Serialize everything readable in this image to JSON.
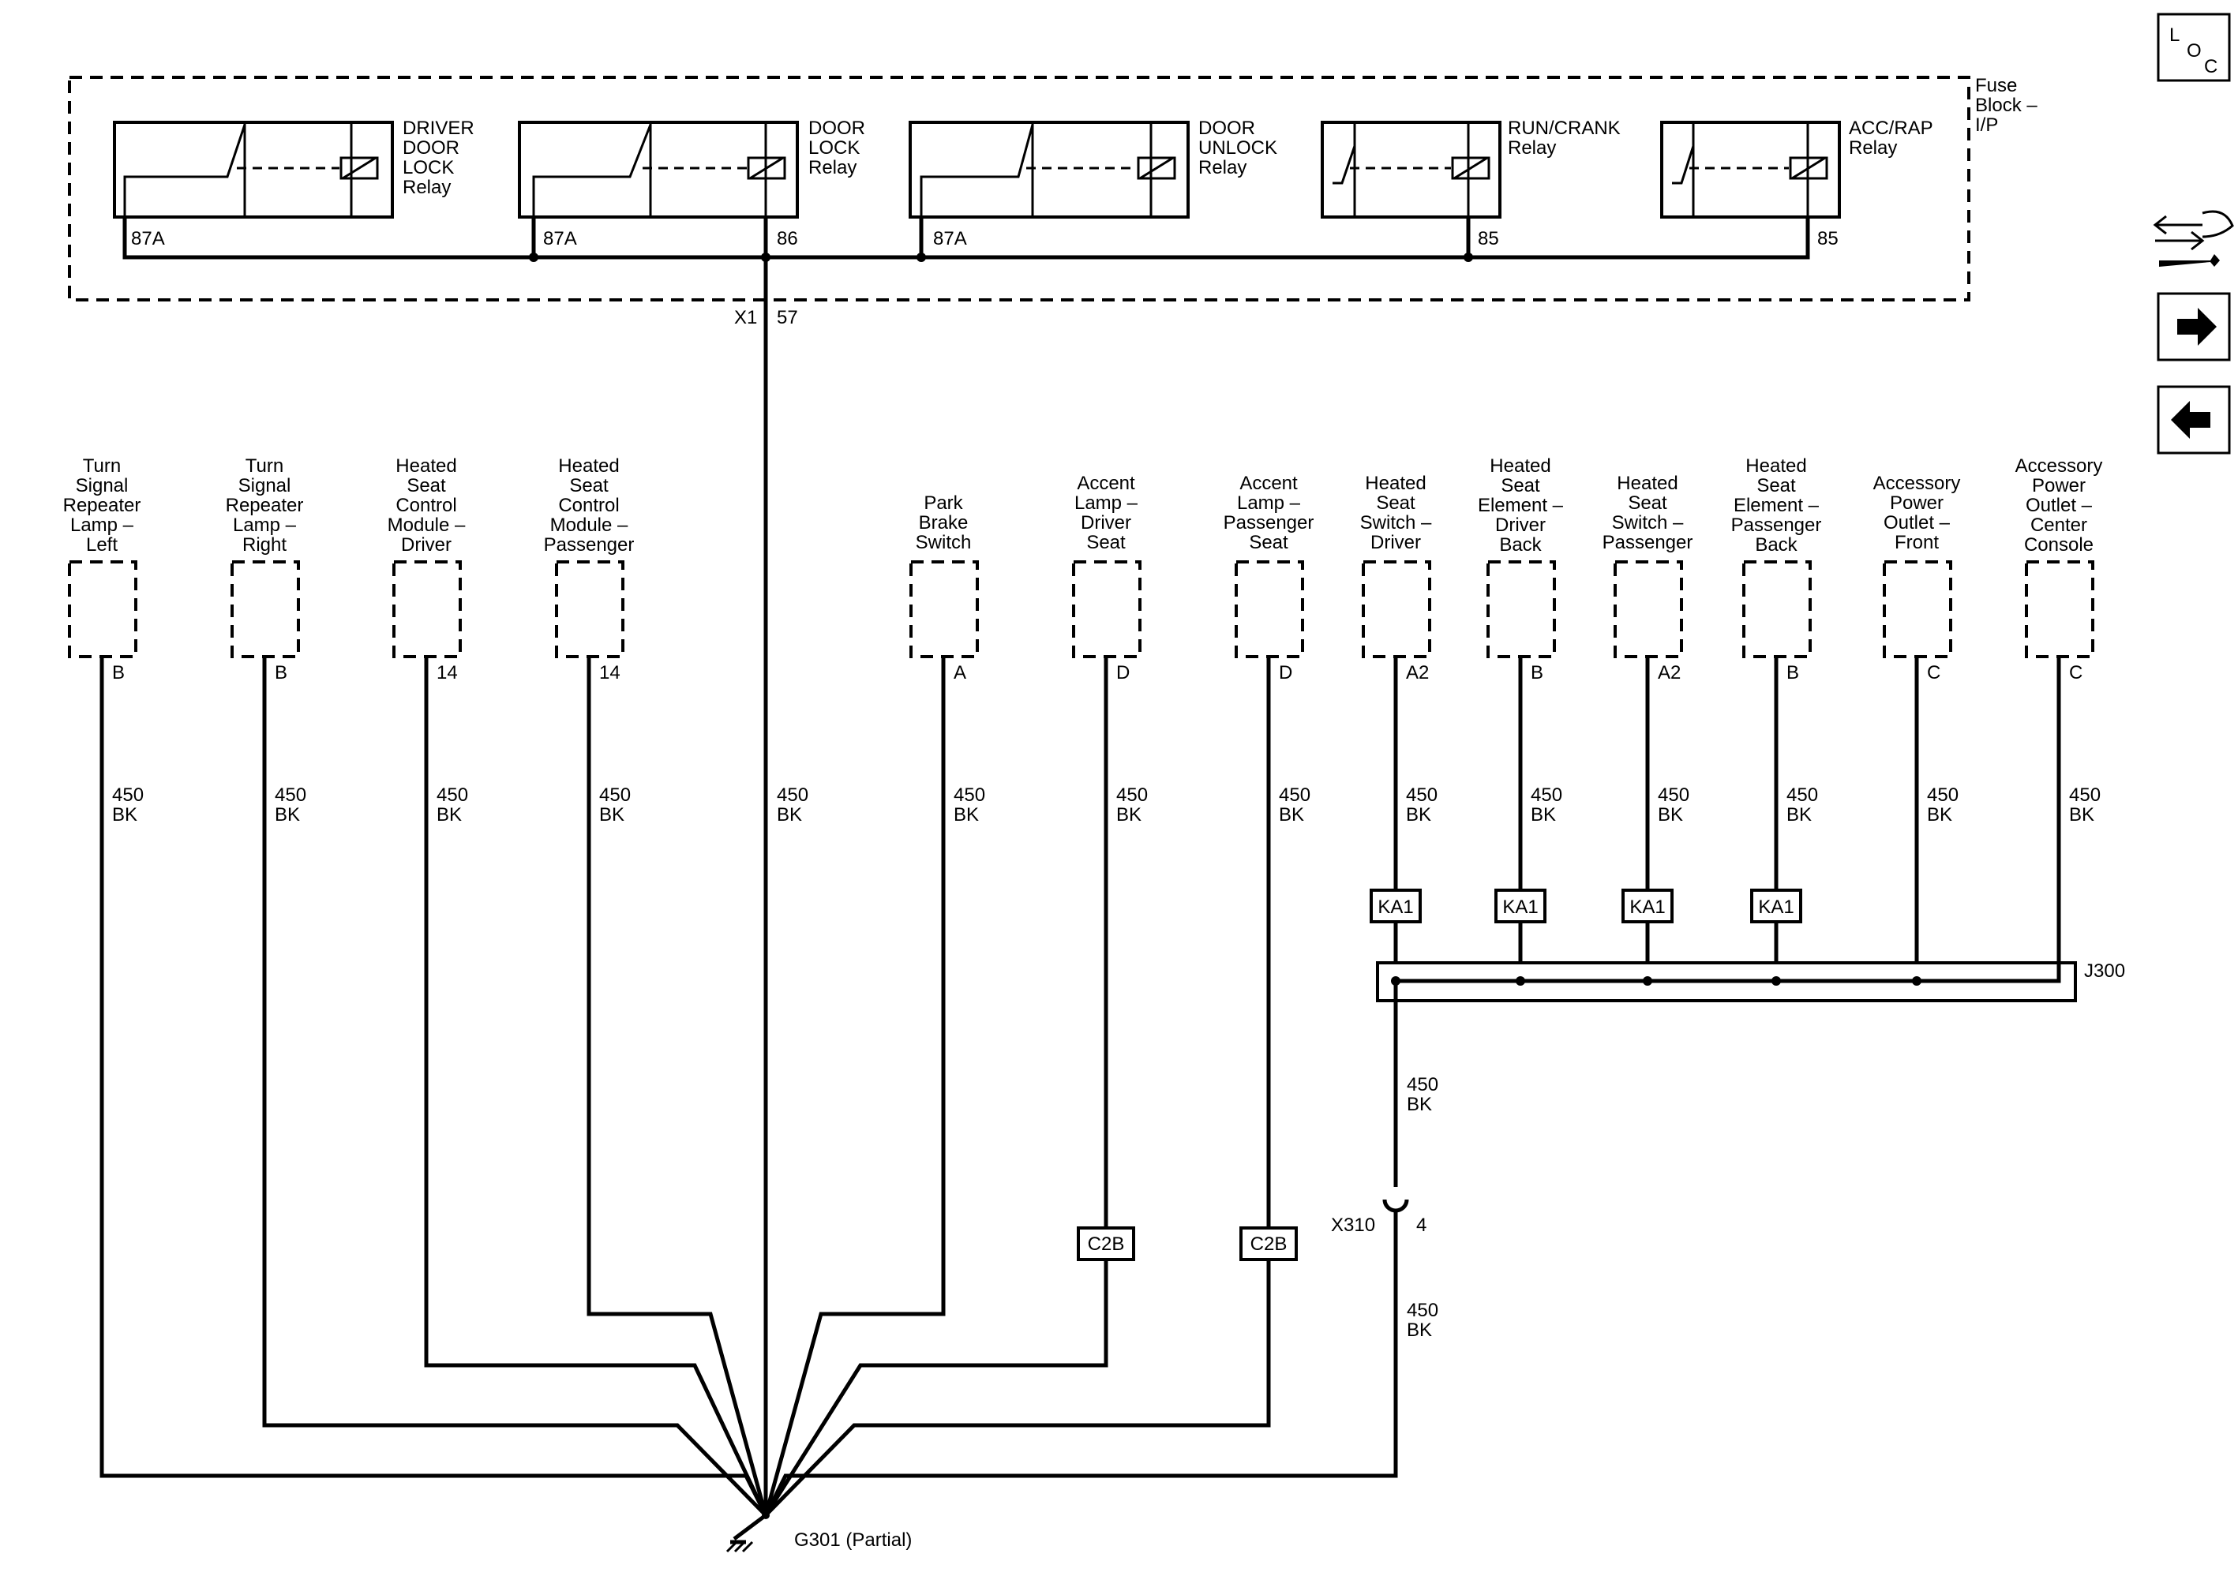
{
  "fuse_block": {
    "label_lines": [
      "Fuse",
      "Block –",
      "I/P"
    ]
  },
  "relays": [
    {
      "name_lines": [
        "DRIVER",
        "DOOR",
        "LOCK",
        "Relay"
      ],
      "pin": "87A"
    },
    {
      "name_lines": [
        "DOOR",
        "LOCK",
        "Relay"
      ],
      "pin": "87A",
      "pin2": "86"
    },
    {
      "name_lines": [
        "DOOR",
        "UNLOCK",
        "Relay"
      ],
      "pin": "87A"
    },
    {
      "name_lines": [
        "RUN/CRANK",
        "Relay"
      ],
      "pin": "85"
    },
    {
      "name_lines": [
        "ACC/RAP",
        "Relay"
      ],
      "pin": "85"
    }
  ],
  "fuse_connector": {
    "name": "X1",
    "pin": "57"
  },
  "components": [
    {
      "name_lines": [
        "Turn",
        "Signal",
        "Repeater",
        "Lamp –",
        "Left"
      ],
      "pin": "B",
      "wire": [
        "450",
        "BK"
      ]
    },
    {
      "name_lines": [
        "Turn",
        "Signal",
        "Repeater",
        "Lamp –",
        "Right"
      ],
      "pin": "B",
      "wire": [
        "450",
        "BK"
      ]
    },
    {
      "name_lines": [
        "Heated",
        "Seat",
        "Control",
        "Module –",
        "Driver"
      ],
      "pin": "14",
      "wire": [
        "450",
        "BK"
      ]
    },
    {
      "name_lines": [
        "Heated",
        "Seat",
        "Control",
        "Module –",
        "Passenger"
      ],
      "pin": "14",
      "wire": [
        "450",
        "BK"
      ]
    },
    {
      "name_lines": [
        "Park",
        "Brake",
        "Switch"
      ],
      "pin": "A",
      "wire": [
        "450",
        "BK"
      ]
    },
    {
      "name_lines": [
        "Accent",
        "Lamp –",
        "Driver",
        "Seat"
      ],
      "pin": "D",
      "wire": [
        "450",
        "BK"
      ],
      "tag": "C2B"
    },
    {
      "name_lines": [
        "Accent",
        "Lamp –",
        "Passenger",
        "Seat"
      ],
      "pin": "D",
      "wire": [
        "450",
        "BK"
      ],
      "tag": "C2B"
    },
    {
      "name_lines": [
        "Heated",
        "Seat",
        "Switch –",
        "Driver"
      ],
      "pin": "A2",
      "wire": [
        "450",
        "BK"
      ],
      "tag": "KA1"
    },
    {
      "name_lines": [
        "Heated",
        "Seat",
        "Element –",
        "Driver",
        "Back"
      ],
      "pin": "B",
      "wire": [
        "450",
        "BK"
      ],
      "tag": "KA1"
    },
    {
      "name_lines": [
        "Heated",
        "Seat",
        "Switch –",
        "Passenger"
      ],
      "pin": "A2",
      "wire": [
        "450",
        "BK"
      ],
      "tag": "KA1"
    },
    {
      "name_lines": [
        "Heated",
        "Seat",
        "Element –",
        "Passenger",
        "Back"
      ],
      "pin": "B",
      "wire": [
        "450",
        "BK"
      ],
      "tag": "KA1"
    },
    {
      "name_lines": [
        "Accessory",
        "Power",
        "Outlet –",
        "Front"
      ],
      "pin": "C",
      "wire": [
        "450",
        "BK"
      ]
    },
    {
      "name_lines": [
        "Accessory",
        "Power",
        "Outlet –",
        "Center",
        "Console"
      ],
      "pin": "C",
      "wire": [
        "450",
        "BK"
      ]
    }
  ],
  "x1_wire": [
    "450",
    "BK"
  ],
  "splice": {
    "name": "J300"
  },
  "splice_out_wire": [
    "450",
    "BK"
  ],
  "inline_connector": {
    "name": "X310",
    "pin": "4"
  },
  "ground_wire": [
    "450",
    "BK"
  ],
  "ground": {
    "label": "G301 (Partial)"
  },
  "nav": {
    "loc_icon_letters": [
      "L",
      "O",
      "C"
    ],
    "icons": [
      "wiring-tool-icon",
      "arrow-right-icon",
      "arrow-left-icon"
    ]
  }
}
